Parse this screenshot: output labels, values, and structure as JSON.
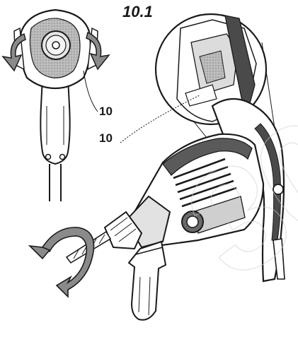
{
  "figure": {
    "title": "10.1",
    "callouts": [
      "10",
      "10"
    ]
  },
  "watermark": {
    "text": "30"
  },
  "colors": {
    "line": "#1a1a1a",
    "dark_fill": "#4a4a4a",
    "mid_fill": "#8a8a8a",
    "light_fill": "#c8c8c8",
    "background": "#ffffff"
  }
}
